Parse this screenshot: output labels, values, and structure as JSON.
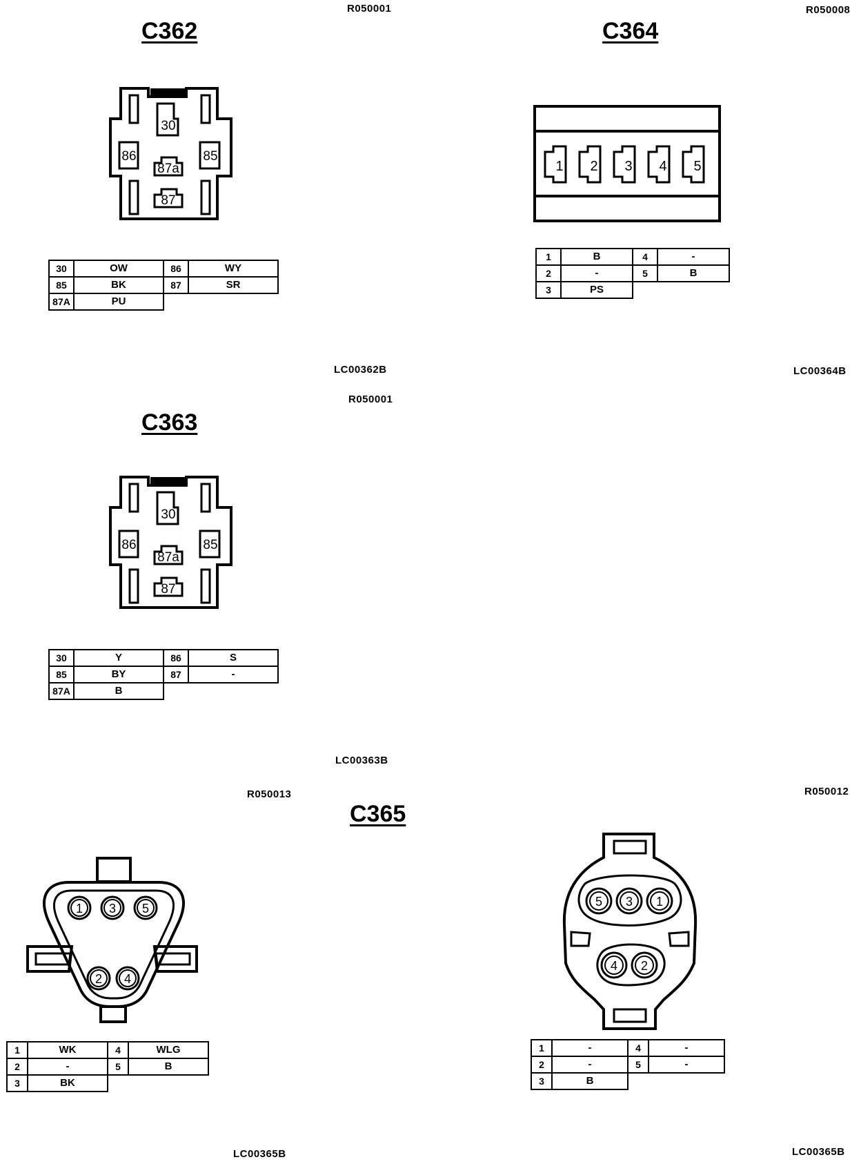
{
  "connectors": {
    "c362": {
      "title": "C362",
      "ref_top": "R050001",
      "ref_bottom": "LC00362B",
      "terminal_labels": [
        "30",
        "86",
        "85",
        "87a",
        "87"
      ],
      "pins": [
        {
          "pin": "30",
          "color": "OW"
        },
        {
          "pin": "86",
          "color": "WY"
        },
        {
          "pin": "85",
          "color": "BK"
        },
        {
          "pin": "87",
          "color": "SR"
        },
        {
          "pin": "87A",
          "color": "PU"
        }
      ]
    },
    "c364": {
      "title": "C364",
      "ref_top": "R050008",
      "ref_bottom": "LC00364B",
      "terminal_labels": [
        "1",
        "2",
        "3",
        "4",
        "5"
      ],
      "pins": [
        {
          "pin": "1",
          "color": "B"
        },
        {
          "pin": "4",
          "color": "-"
        },
        {
          "pin": "2",
          "color": "-"
        },
        {
          "pin": "5",
          "color": "B"
        },
        {
          "pin": "3",
          "color": "PS"
        }
      ]
    },
    "c363": {
      "title": "C363",
      "ref_top": "R050001",
      "ref_bottom": "LC00363B",
      "terminal_labels": [
        "30",
        "86",
        "85",
        "87a",
        "87"
      ],
      "pins": [
        {
          "pin": "30",
          "color": "Y"
        },
        {
          "pin": "86",
          "color": "S"
        },
        {
          "pin": "85",
          "color": "BY"
        },
        {
          "pin": "87",
          "color": "-"
        },
        {
          "pin": "87A",
          "color": "B"
        }
      ]
    },
    "c365": {
      "title": "C365",
      "left": {
        "ref_top": "R050013",
        "ref_bottom": "LC00365B",
        "terminal_labels": [
          "1",
          "3",
          "5",
          "2",
          "4"
        ],
        "pins": [
          {
            "pin": "1",
            "color": "WK"
          },
          {
            "pin": "4",
            "color": "WLG"
          },
          {
            "pin": "2",
            "color": "-"
          },
          {
            "pin": "5",
            "color": "B"
          },
          {
            "pin": "3",
            "color": "BK"
          }
        ]
      },
      "right": {
        "ref_top": "R050012",
        "ref_bottom": "LC00365B",
        "terminal_labels": [
          "5",
          "3",
          "1",
          "4",
          "2"
        ],
        "pins": [
          {
            "pin": "1",
            "color": "-"
          },
          {
            "pin": "4",
            "color": "-"
          },
          {
            "pin": "2",
            "color": "-"
          },
          {
            "pin": "5",
            "color": "-"
          },
          {
            "pin": "3",
            "color": "B"
          }
        ]
      }
    }
  }
}
